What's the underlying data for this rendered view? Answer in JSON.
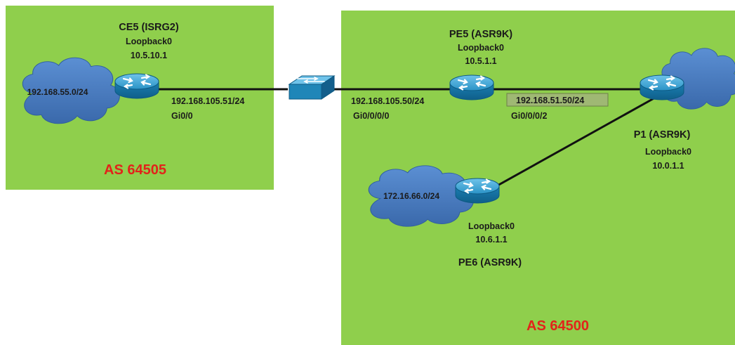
{
  "areas": {
    "left": {
      "as_label": "AS 64505"
    },
    "right": {
      "as_label": "AS 64500"
    }
  },
  "devices": {
    "ce5": {
      "name": "CE5 (ISRG2)",
      "loopback_name": "Loopback0",
      "loopback_ip": "10.5.10.1"
    },
    "pe5": {
      "name": "PE5 (ASR9K)",
      "loopback_name": "Loopback0",
      "loopback_ip": "10.5.1.1"
    },
    "p1": {
      "name": "P1 (ASR9K)",
      "loopback_name": "Loopback0",
      "loopback_ip": "10.0.1.1"
    },
    "pe6": {
      "name": "PE6 (ASR9K)",
      "loopback_name": "Loopback0",
      "loopback_ip": "10.6.1.1"
    }
  },
  "networks": {
    "ce5_lan": "192.168.55.0/24",
    "pe6_lan": "172.16.66.0/24"
  },
  "links": {
    "ce5_pe5": {
      "ce5_ip": "192.168.105.51/24",
      "ce5_intf": "Gi0/0",
      "pe5_ip": "192.168.105.50/24",
      "pe5_intf": "Gi0/0/0/0"
    },
    "pe5_p1": {
      "pe5_ip": "192.168.51.50/24",
      "pe5_intf": "Gi0/0/0/2"
    }
  },
  "colors": {
    "area_fill": "#8fcf4c",
    "cloud_fill": "#4a7dc1",
    "router_fill": "#1f86b8",
    "as_label": "#e2231a",
    "link": "#111111"
  }
}
